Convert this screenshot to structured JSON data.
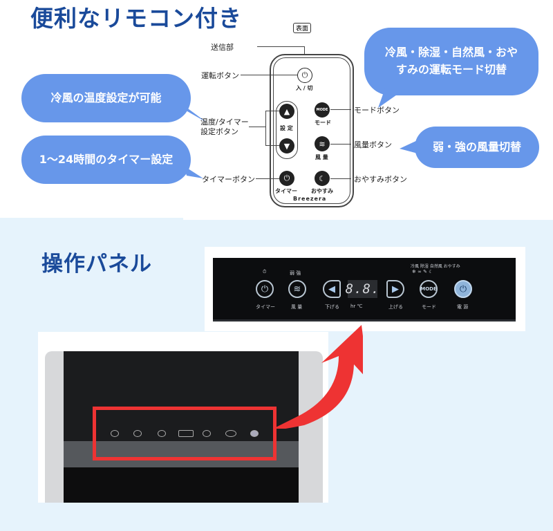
{
  "section1": {
    "title": "便利なリモコン付き",
    "face_tag": "表面",
    "bubbles": {
      "cool_temp": "冷風の温度設定が可能",
      "timer": "1〜24時間のタイマー設定",
      "mode_line1": "冷風・除湿・自然風・おや",
      "mode_line2": "すみの運転モード切替",
      "fan": "弱・強の風量切替"
    },
    "callouts": {
      "transmitter": "送信部",
      "power": "運転ボタン",
      "setting_line1": "温度/タイマー",
      "setting_line2": "設定ボタン",
      "timer": "タイマーボタン",
      "mode": "モードボタン",
      "fan": "風量ボタン",
      "sleep": "おやすみボタン"
    },
    "remote": {
      "power_label": "入 / 切",
      "setting_label": "設 定",
      "mode_button": "MODE",
      "mode_label": "モード",
      "fan_label": "風 量",
      "timer_label": "タイマー",
      "sleep_label": "おやすみ",
      "brand": "Breezera"
    }
  },
  "section2": {
    "title": "操作パネル",
    "panel": {
      "timer_label": "タイマー",
      "fan_label": "風 量",
      "fan_indicators": "弱  強",
      "down_label": "下げる",
      "display": "8.8.",
      "display_units": "hr  ℃",
      "up_label": "上げる",
      "mode_button": "MODE",
      "mode_label": "モード",
      "power_label": "電 源",
      "mode_indicators": "冷風  除湿 自然風 おやすみ"
    }
  },
  "colors": {
    "title": "#1a4a9a",
    "bubble": "#6797ea",
    "section_bg": "#e6f3fc",
    "highlight_red": "#ee3333"
  }
}
